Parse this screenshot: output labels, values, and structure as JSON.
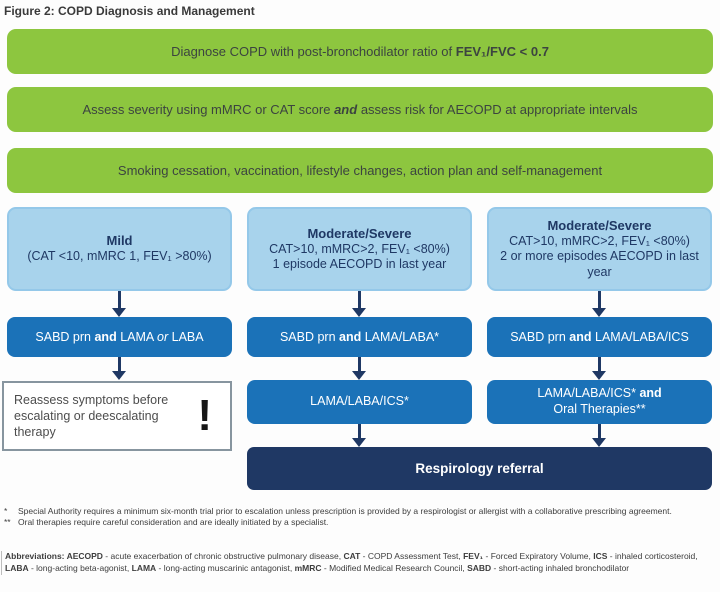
{
  "title": "Figure 2: COPD Diagnosis and Management",
  "colors": {
    "green": "#8dc63f",
    "light_blue": "#a8d3ec",
    "blue": "#1b72b8",
    "navy": "#1f3864"
  },
  "top_bars": [
    {
      "pre": "Diagnose COPD with post-bronchodilator ratio of ",
      "bold": "FEV₁/FVC < 0.7",
      "post": ""
    },
    {
      "pre": "Assess severity using mMRC or CAT score ",
      "bold": "and",
      "post": " assess risk for AECOPD at appropriate intervals"
    },
    {
      "pre": "Smoking cessation, vaccination, lifestyle changes, action plan and self-management",
      "bold": "",
      "post": ""
    }
  ],
  "columns": [
    {
      "severity_title": "Mild",
      "criteria_line1": "(CAT <10, mMRC 1, FEV₁ >80%)",
      "criteria_line2": "",
      "treatment": {
        "pre": "SABD prn ",
        "and": "and",
        "mid": " LAMA ",
        "or": "or",
        "post": " LABA"
      }
    },
    {
      "severity_title": "Moderate/Severe",
      "criteria_line1": "CAT>10, mMRC>2, FEV₁ <80%)",
      "criteria_line2": "1 episode AECOPD in last year",
      "treatment": {
        "pre": "SABD prn ",
        "and": "and",
        "mid": " LAMA/LABA*",
        "or": "",
        "post": ""
      },
      "escalation": {
        "pre": "LAMA/LABA/ICS*",
        "and": "",
        "post": ""
      }
    },
    {
      "severity_title": "Moderate/Severe",
      "criteria_line1": "CAT>10, mMRC>2, FEV₁ <80%)",
      "criteria_line2": "2 or more episodes AECOPD in last year",
      "treatment": {
        "pre": "SABD prn ",
        "and": "and",
        "mid": " LAMA/LABA/ICS",
        "or": "",
        "post": ""
      },
      "escalation": {
        "pre": "LAMA/LABA/ICS* ",
        "and": "and",
        "post": "Oral Therapies**"
      }
    }
  ],
  "reassess": {
    "text": "Reassess symptoms before escalating or deescalating therapy",
    "icon": "!"
  },
  "referral": {
    "label": "Respirology referral"
  },
  "footnotes": [
    {
      "marker": "*",
      "text": "Special Authority requires a minimum six-month trial prior to escalation unless prescription is provided by a respirologist or allergist with a collaborative prescribing agreement."
    },
    {
      "marker": "**",
      "text": "Oral therapies require careful consideration and are ideally initiated by a specialist."
    }
  ],
  "abbreviations": {
    "label": "Abbreviations: ",
    "items": [
      {
        "term": "AECOPD",
        "def": " - acute exacerbation of chronic obstructive pulmonary disease, "
      },
      {
        "term": "CAT",
        "def": " - COPD Assessment Test, "
      },
      {
        "term": "FEV₁",
        "def": " - Forced Expiratory Volume, "
      },
      {
        "term": "ICS",
        "def": " - inhaled corticosteroid, "
      },
      {
        "term": "LABA",
        "def": " - long-acting beta-agonist, "
      },
      {
        "term": "LAMA",
        "def": " - long-acting muscarinic antagonist, "
      },
      {
        "term": "mMRC",
        "def": " - Modified Medical Research Council, "
      },
      {
        "term": "SABD",
        "def": " - short-acting inhaled bronchodilator"
      }
    ]
  }
}
